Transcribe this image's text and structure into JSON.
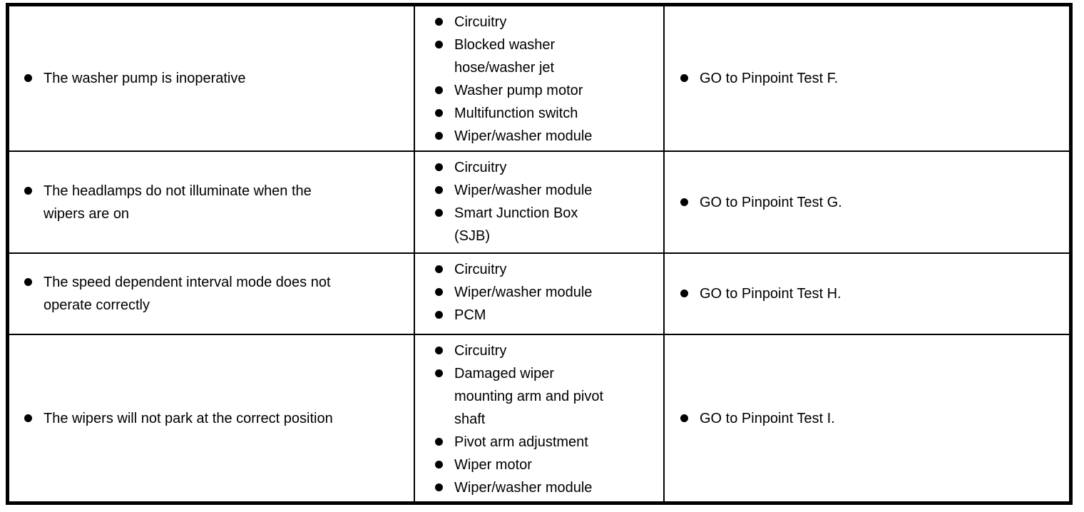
{
  "document": {
    "symptom_chart": {
      "columns": [
        "symptom",
        "possible_sources",
        "action"
      ],
      "bullet_color": "#000000",
      "border_color": "#000000",
      "rows": [
        {
          "symptom": "The washer pump is inoperative",
          "possible_sources": [
            "Circuitry",
            "Blocked washer\nhose/washer jet",
            "Washer pump motor",
            "Multifunction switch",
            "Wiper/washer module"
          ],
          "action": "GO to Pinpoint Test F."
        },
        {
          "symptom": "The headlamps do not illuminate when the\nwipers are on",
          "possible_sources": [
            "Circuitry",
            "Wiper/washer module",
            "Smart Junction Box\n(SJB)"
          ],
          "action": "GO to Pinpoint Test G."
        },
        {
          "symptom": "The speed dependent interval mode does not\noperate correctly",
          "possible_sources": [
            "Circuitry",
            "Wiper/washer module",
            "PCM"
          ],
          "action": "GO to Pinpoint Test H."
        },
        {
          "symptom": "The wipers will not park at the correct position",
          "possible_sources": [
            "Circuitry",
            "Damaged wiper\nmounting arm and pivot\nshaft",
            "Pivot arm adjustment",
            "Wiper motor",
            "Wiper/washer module"
          ],
          "action": "GO to Pinpoint Test I."
        }
      ]
    }
  }
}
